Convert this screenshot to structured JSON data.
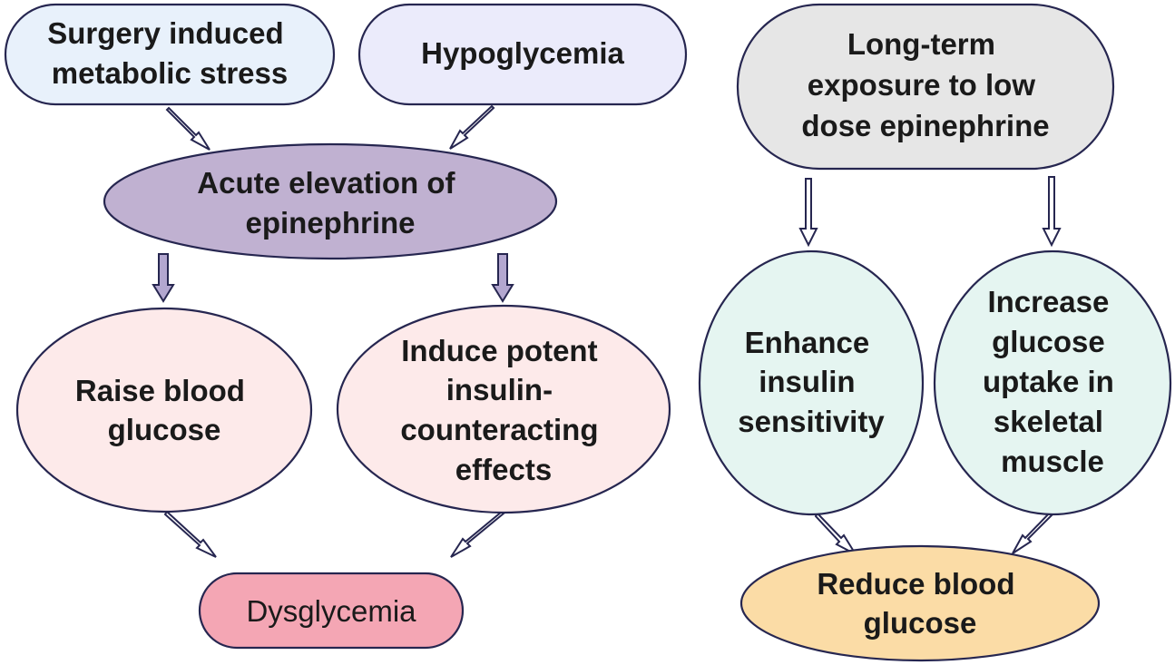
{
  "nodes": {
    "surgery_stress": {
      "lines": [
        "Surgery induced",
        "metabolic stress"
      ],
      "fill": "#e8f1fb"
    },
    "hypoglycemia": {
      "lines": [
        "Hypoglycemia"
      ],
      "fill": "#ebebfb"
    },
    "acute_elevation": {
      "lines": [
        "Acute elevation of",
        "epinephrine"
      ],
      "fill": "#c0b1d1"
    },
    "raise_glucose": {
      "lines": [
        "Raise blood",
        "glucose"
      ],
      "fill": "#fdeaea"
    },
    "insulin_counter": {
      "lines": [
        "Induce potent",
        "insulin-",
        "counteracting",
        "effects"
      ],
      "fill": "#fdeaea"
    },
    "dysglycemia": {
      "lines": [
        "Dysglycemia"
      ],
      "fill": "#f4a6b4"
    },
    "long_term": {
      "lines": [
        "Long-term",
        "exposure to low",
        "dose epinephrine"
      ],
      "fill": "#e6e6e6"
    },
    "insulin_sensitivity": {
      "lines": [
        "Enhance",
        "insulin",
        "sensitivity"
      ],
      "fill": "#e5f5f1"
    },
    "glucose_uptake": {
      "lines": [
        "Increase",
        "glucose",
        "uptake in",
        "skeletal",
        "muscle"
      ],
      "fill": "#e5f5f1"
    },
    "reduce_glucose": {
      "lines": [
        "Reduce blood",
        "glucose"
      ],
      "fill": "#fbdca6"
    }
  },
  "edges": [
    {
      "from": "surgery_stress",
      "to": "acute_elevation",
      "style": "hollow"
    },
    {
      "from": "hypoglycemia",
      "to": "acute_elevation",
      "style": "hollow"
    },
    {
      "from": "acute_elevation",
      "to": "raise_glucose",
      "style": "filled"
    },
    {
      "from": "acute_elevation",
      "to": "insulin_counter",
      "style": "filled"
    },
    {
      "from": "raise_glucose",
      "to": "dysglycemia",
      "style": "hollow"
    },
    {
      "from": "insulin_counter",
      "to": "dysglycemia",
      "style": "hollow"
    },
    {
      "from": "long_term",
      "to": "insulin_sensitivity",
      "style": "hollow"
    },
    {
      "from": "long_term",
      "to": "glucose_uptake",
      "style": "hollow"
    },
    {
      "from": "insulin_sensitivity",
      "to": "reduce_glucose",
      "style": "hollow"
    },
    {
      "from": "glucose_uptake",
      "to": "reduce_glucose",
      "style": "hollow"
    }
  ],
  "colors": {
    "stroke": "#262650",
    "text": "#1a1a1a",
    "arrow_fill": "#b3a7d0"
  }
}
